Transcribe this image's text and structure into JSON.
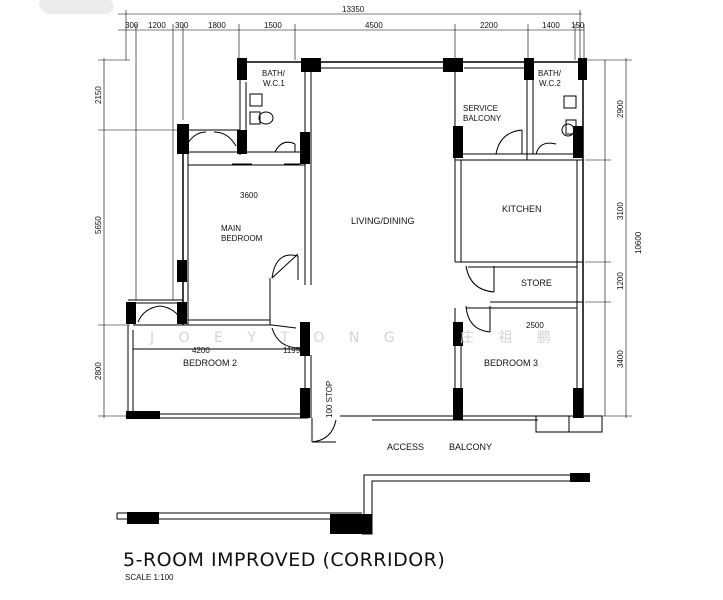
{
  "plan": {
    "title": "5-ROOM IMPROVED (CORRIDOR)",
    "scale": "SCALE 1:100",
    "watermark": "J O E Y   T O N G",
    "watermark_cn": "庄 祖 鹏"
  },
  "dimensions": {
    "top_overall": "13350",
    "top_segments": [
      "300",
      "1200",
      "300",
      "1800",
      "1500",
      "4500",
      "2200",
      "1400",
      "150"
    ],
    "left": [
      "2150",
      "5650",
      "2800"
    ],
    "right_inner": [
      "2900",
      "3100",
      "1200",
      "3400"
    ],
    "right_overall": "10600",
    "inner": [
      "3600",
      "4200",
      "1199",
      "2500"
    ],
    "door_label": "100 STOP"
  },
  "rooms": {
    "bath1": [
      "BATH/",
      "W.C.1"
    ],
    "bath2": [
      "BATH/",
      "W.C.2"
    ],
    "service_balcony": [
      "SERVICE",
      "BALCONY"
    ],
    "main_bedroom": [
      "MAIN",
      "BEDROOM"
    ],
    "living": "LIVING/DINING",
    "kitchen": "KITCHEN",
    "store": "STORE",
    "bedroom2": "BEDROOM 2",
    "bedroom3": "BEDROOM 3",
    "access": "ACCESS",
    "balcony": "BALCONY"
  }
}
